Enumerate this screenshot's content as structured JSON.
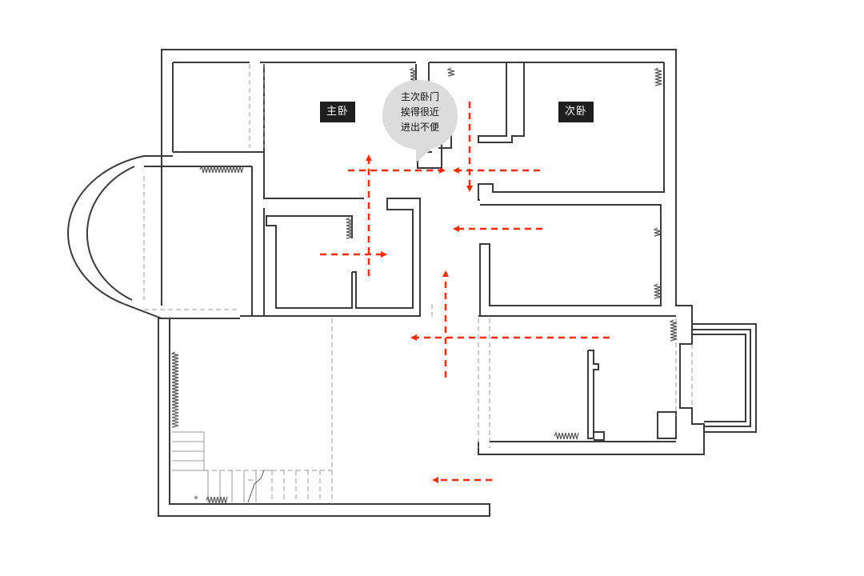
{
  "labels": {
    "master_bedroom": "主卧",
    "second_bedroom": "次卧"
  },
  "callout": {
    "lines": [
      "主次卧门",
      "挨得很近",
      "进出不便"
    ]
  },
  "colors": {
    "wall": "#3a3a3a",
    "arrow": "#ff2a00",
    "label_bg": "#1e1e1e",
    "bubble": "#dcdcdc",
    "dashed": "#9a9a9a"
  }
}
